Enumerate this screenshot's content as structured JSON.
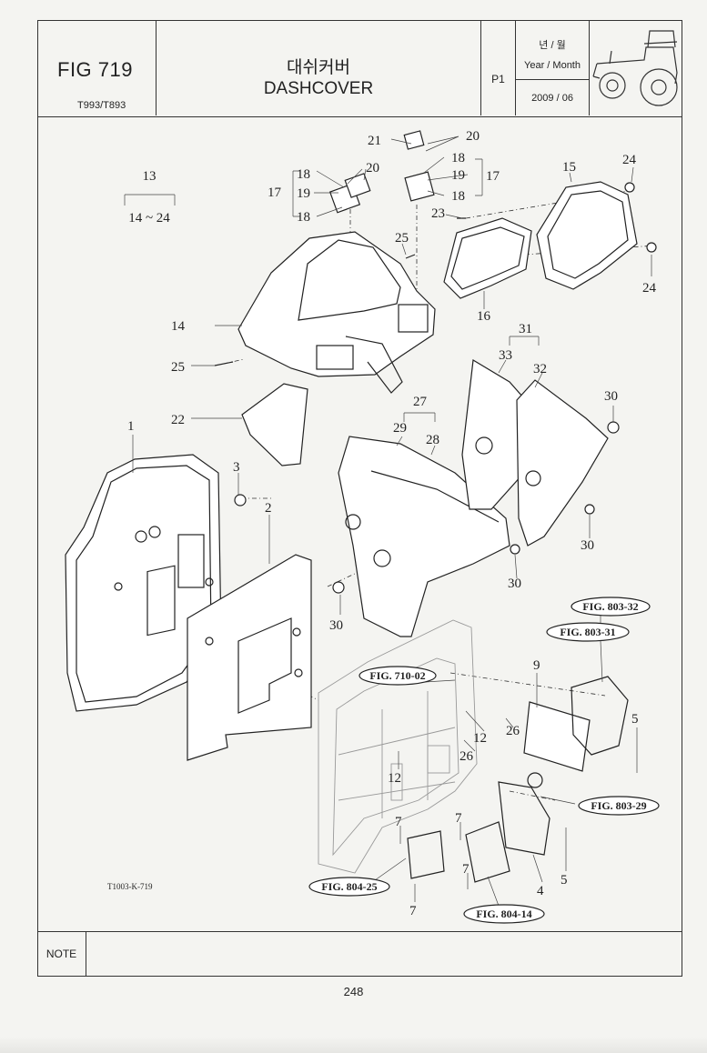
{
  "header": {
    "fig_label": "FIG 719",
    "model": "T993/T893",
    "title_ko": "대쉬커버",
    "title_en": "DASHCOVER",
    "page_code": "P1",
    "year_month_ko": "년 / 월",
    "year_month_en": "Year / Month",
    "date": "2009 / 06",
    "thumbnail_icon": "tractor-icon"
  },
  "diagram": {
    "callouts": [
      "13",
      "14 ~ 24",
      "17",
      "18",
      "19",
      "18",
      "20",
      "21",
      "20",
      "18",
      "19",
      "17",
      "18",
      "23",
      "15",
      "24",
      "25",
      "24",
      "16",
      "14",
      "25",
      "22",
      "31",
      "33",
      "32",
      "27",
      "30",
      "1",
      "29",
      "28",
      "3",
      "2",
      "30",
      "30",
      "30",
      "9",
      "5",
      "12",
      "26",
      "26",
      "12",
      "7",
      "7",
      "7",
      "7",
      "5",
      "4"
    ],
    "figure_refs": [
      "FIG. 803-32",
      "FIG. 803-31",
      "FIG. 710-02",
      "FIG. 803-29",
      "FIG. 804-25",
      "FIG. 804-14"
    ],
    "drawing_code": "T1003-K-719"
  },
  "note": {
    "label": "NOTE",
    "text": ""
  },
  "footer": {
    "page_number": "248"
  }
}
